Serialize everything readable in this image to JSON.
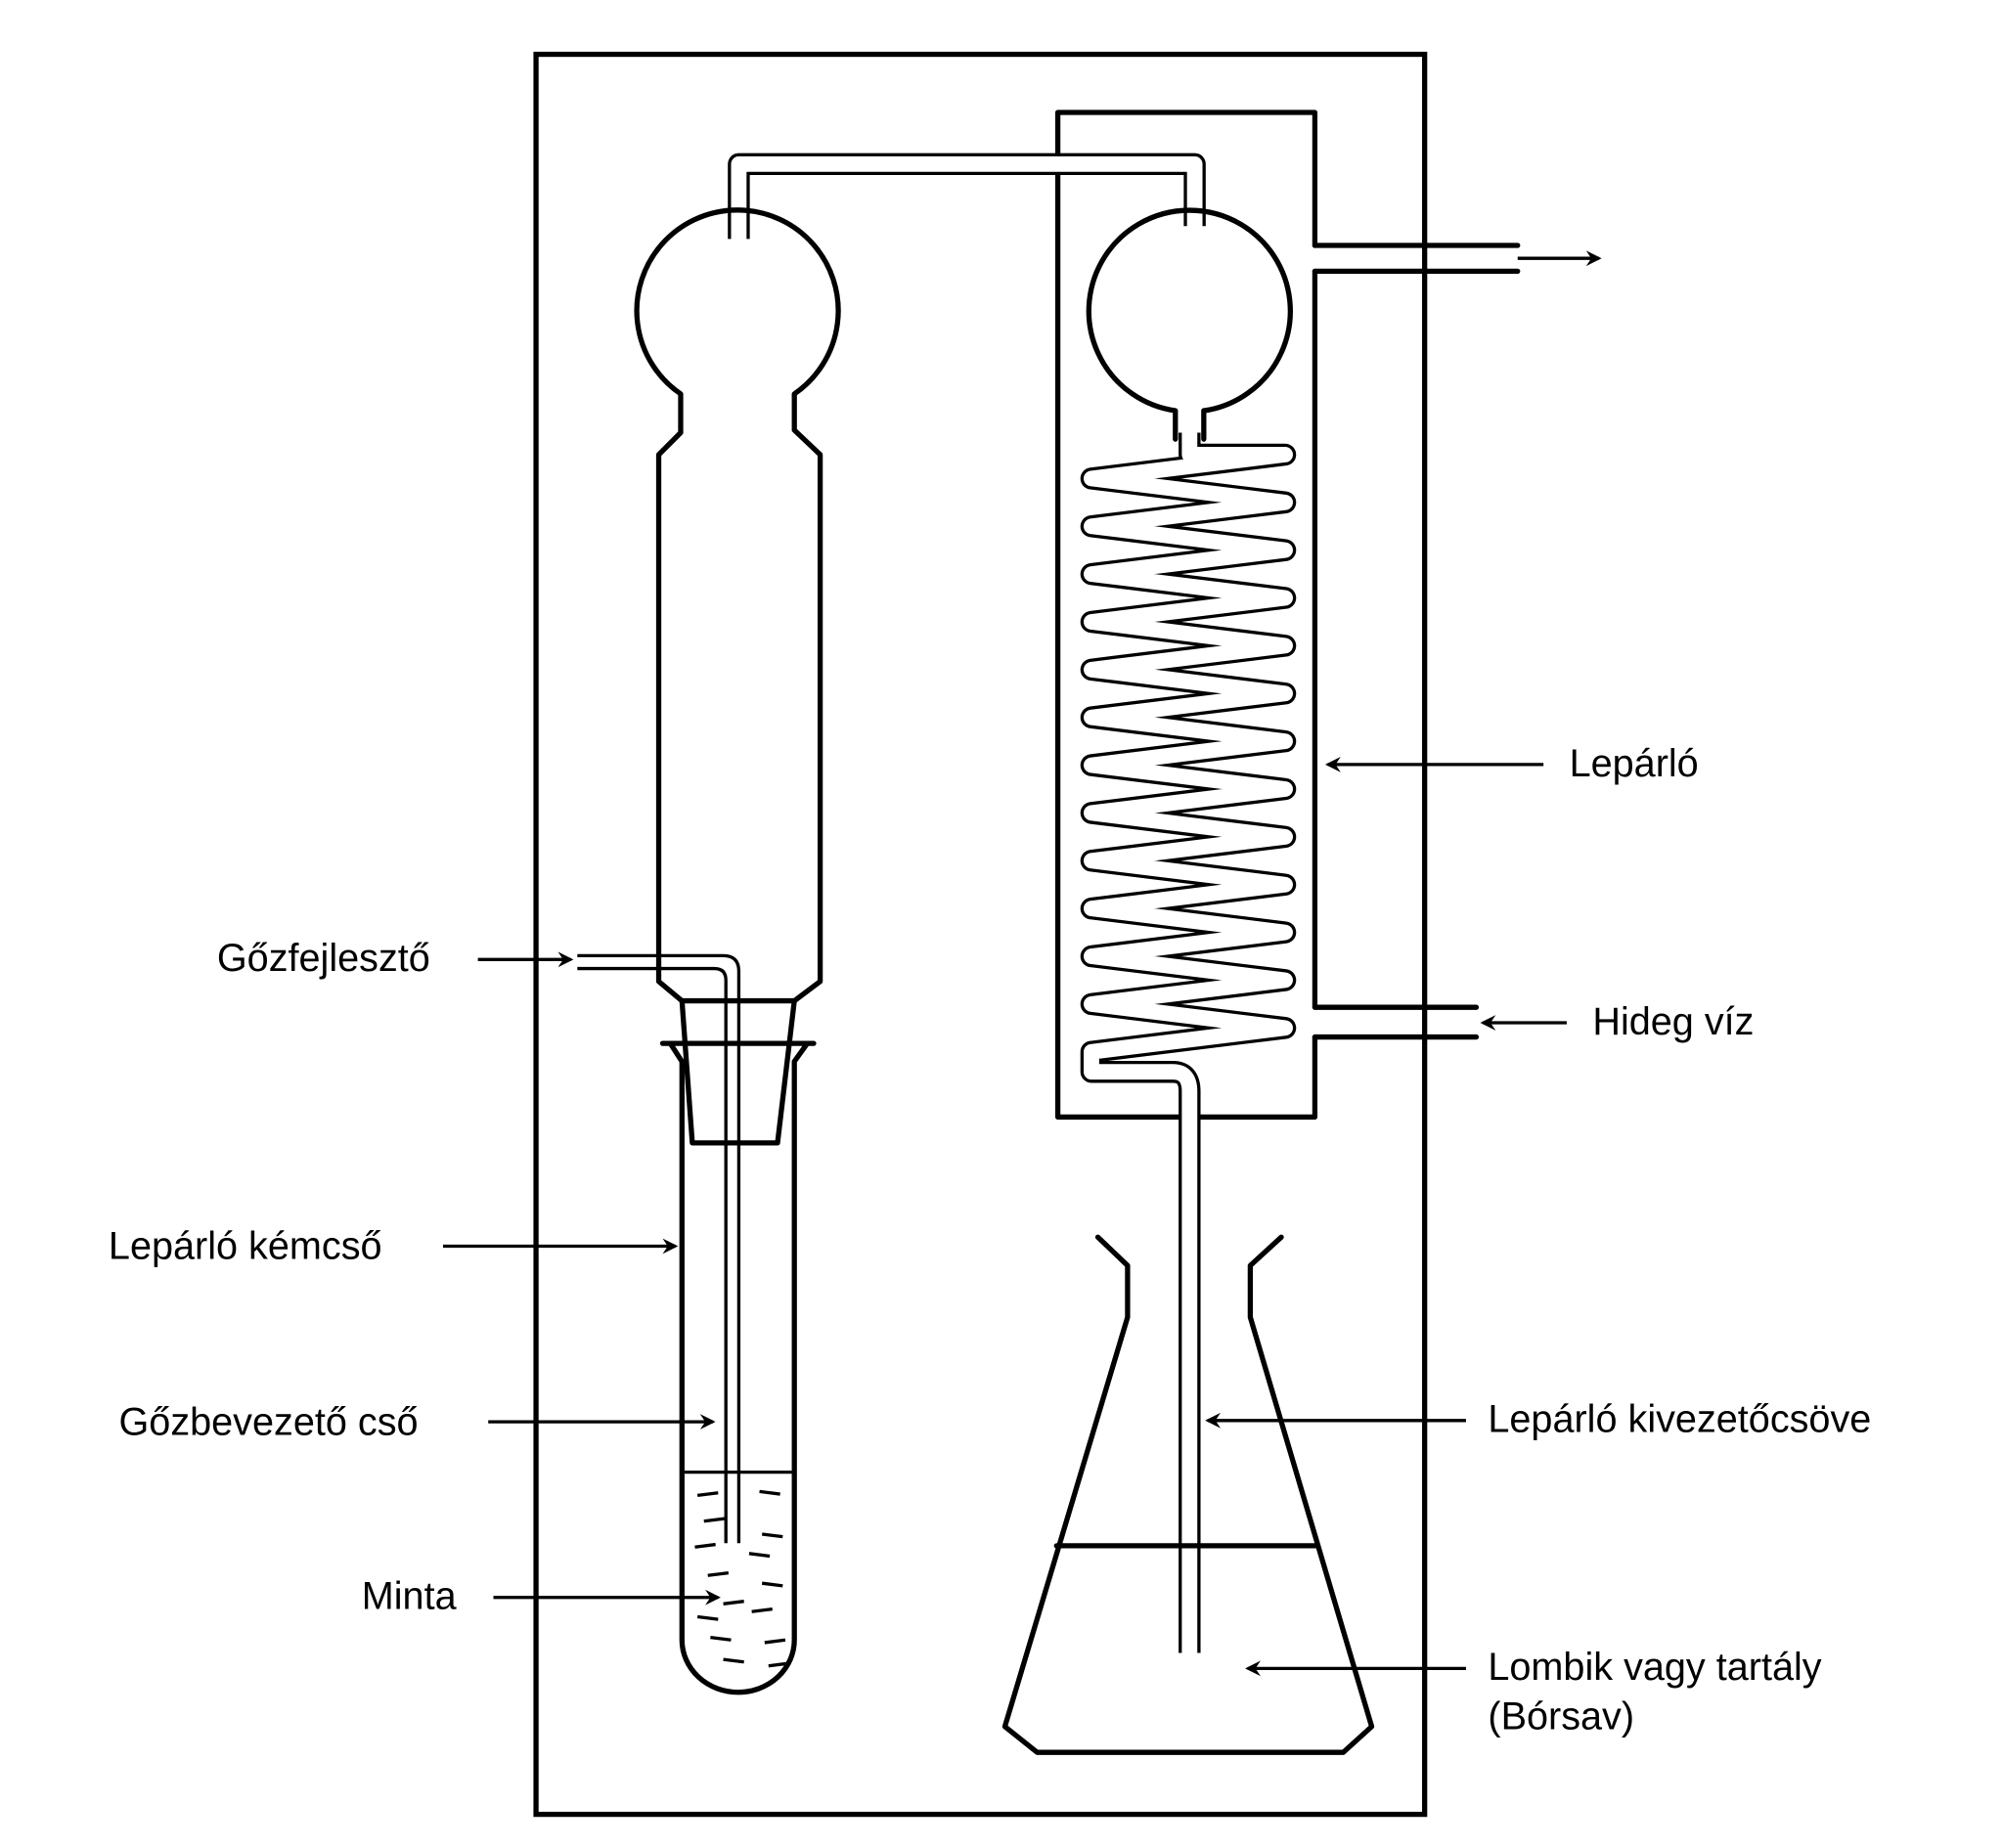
{
  "labels": {
    "condenser": "Lepárló",
    "cold_water": "Hideg víz",
    "outlet_tube": "Lepárló kivezetőcsöve",
    "flask_line1": "Lombik vagy tartály",
    "flask_line2": "(Bórsav)",
    "steam_generator": "Gőzfejlesztő",
    "distillation_tube": "Lepárló kémcső",
    "steam_inlet_tube": "Gőzbevezető cső",
    "sample": "Minta"
  },
  "colors": {
    "line": "#000000",
    "background": "#ffffff"
  }
}
